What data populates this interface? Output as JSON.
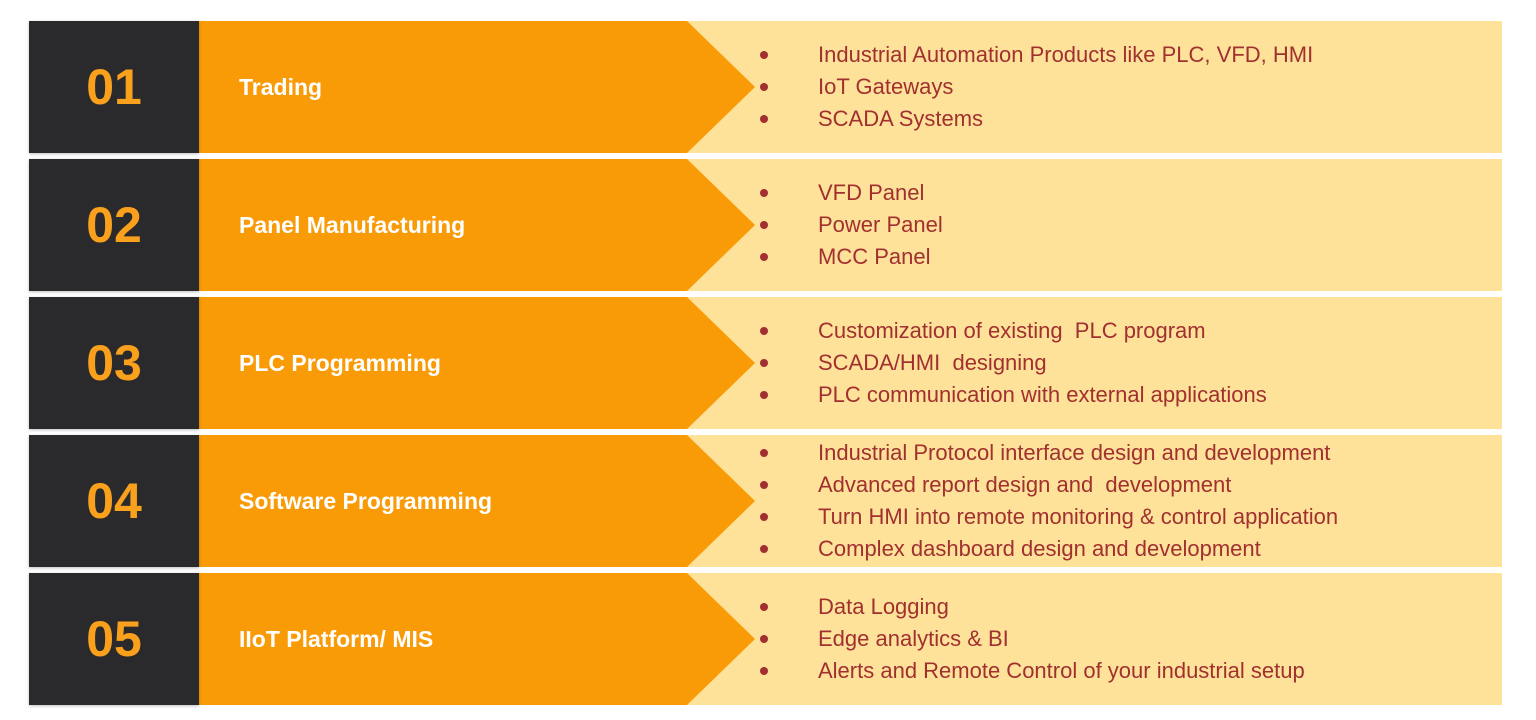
{
  "colors": {
    "page_bg": "#ffffff",
    "number_block_bg": "#2a2a2c",
    "number_text": "#f9a01d",
    "banner_bg": "#f99b07",
    "banner_text": "#ffffff",
    "detail_bg": "#ffe299",
    "bullet_text": "#a13030"
  },
  "icons": {
    "row_arrow": "arrow-right-icon",
    "bullet": "filled-circle-bullet-icon"
  },
  "rows": [
    {
      "number": "01",
      "title": "Trading",
      "bullets": [
        "Industrial Automation Products like PLC, VFD, HMI",
        "IoT Gateways",
        "SCADA Systems"
      ]
    },
    {
      "number": "02",
      "title": "Panel Manufacturing",
      "bullets": [
        "VFD Panel",
        "Power Panel",
        "MCC Panel"
      ]
    },
    {
      "number": "03",
      "title": "PLC Programming",
      "bullets": [
        "Customization of existing  PLC program",
        "SCADA/HMI  designing",
        "PLC communication with external applications"
      ]
    },
    {
      "number": "04",
      "title": "Software Programming",
      "bullets": [
        "Industrial Protocol interface design and development",
        "Advanced report design and  development",
        "Turn HMI into remote monitoring & control application",
        "Complex dashboard design and development"
      ]
    },
    {
      "number": "05",
      "title": "IIoT Platform/ MIS",
      "bullets": [
        "Data Logging",
        "Edge analytics & BI",
        "Alerts and Remote Control of your industrial setup"
      ]
    }
  ]
}
